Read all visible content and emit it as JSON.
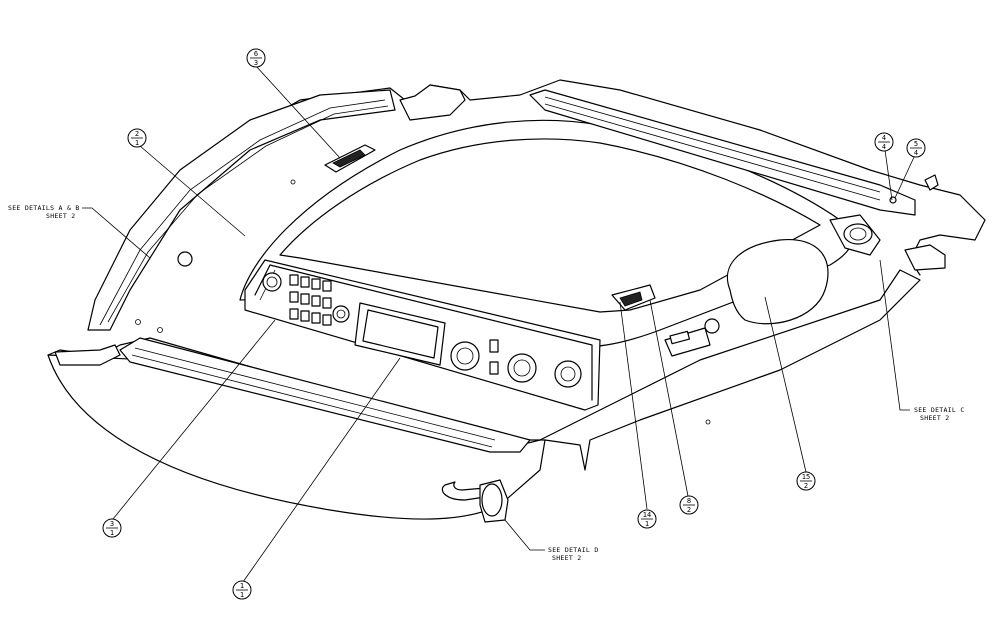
{
  "callouts": [
    {
      "id": "c-6-3",
      "top": "6",
      "bottom": "3"
    },
    {
      "id": "c-2-1",
      "top": "2",
      "bottom": "1"
    },
    {
      "id": "c-4-4",
      "top": "4",
      "bottom": "4"
    },
    {
      "id": "c-5-4",
      "top": "5",
      "bottom": "4"
    },
    {
      "id": "c-3-1",
      "top": "3",
      "bottom": "1"
    },
    {
      "id": "c-1-1",
      "top": "1",
      "bottom": "1"
    },
    {
      "id": "c-14-1",
      "top": "14",
      "bottom": "1"
    },
    {
      "id": "c-8-2",
      "top": "8",
      "bottom": "2"
    },
    {
      "id": "c-15-2",
      "top": "15",
      "bottom": "2"
    }
  ],
  "notes": {
    "details_ab_line1": "SEE DETAILS A & B",
    "details_ab_line2": "SHEET 2",
    "detail_c_line1": "SEE DETAIL C",
    "detail_c_line2": "SHEET 2",
    "detail_d_line1": "SEE DETAIL D",
    "detail_d_line2": "SHEET 2"
  }
}
